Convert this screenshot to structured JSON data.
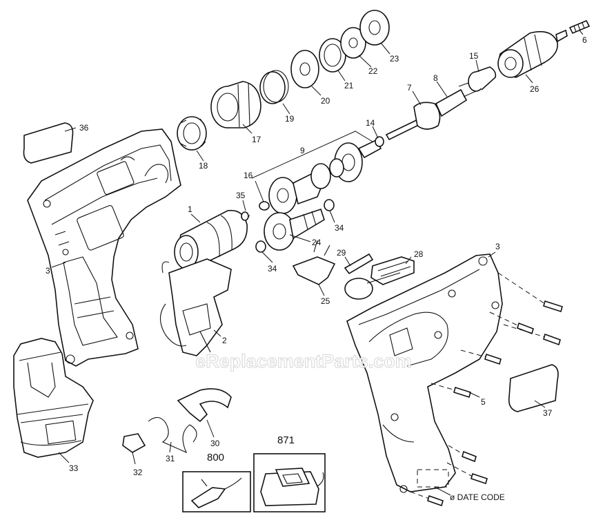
{
  "watermark": "eReplacementParts.com",
  "date_code_label": "ø DATE CODE",
  "part_numbers": {
    "p1": "1",
    "p2": "2",
    "p3_left": "3",
    "p3_right": "3",
    "p5": "5",
    "p6": "6",
    "p7": "7",
    "p8": "8",
    "p9": "9",
    "p14": "14",
    "p15": "15",
    "p16": "16",
    "p17": "17",
    "p18": "18",
    "p19": "19",
    "p20": "20",
    "p21": "21",
    "p22": "22",
    "p23": "23",
    "p24": "24",
    "p25": "25",
    "p26": "26",
    "p28": "28",
    "p29": "29",
    "p30": "30",
    "p31": "31",
    "p32": "32",
    "p33": "33",
    "p34_upper": "34",
    "p34_lower": "34",
    "p35": "35",
    "p36": "36",
    "p37": "37",
    "p800": "800",
    "p871": "871"
  }
}
